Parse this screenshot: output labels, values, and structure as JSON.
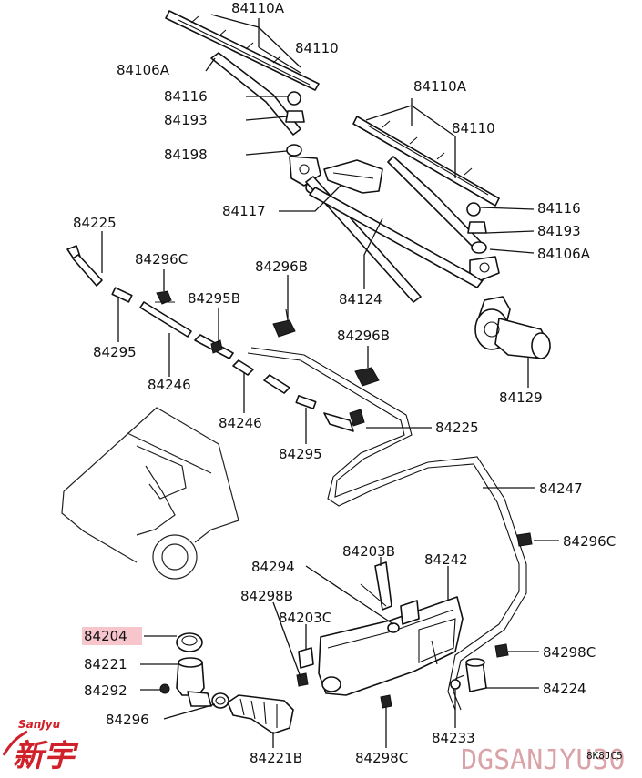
{
  "labels": [
    "84110A",
    "84110",
    "84106A",
    "84116",
    "84193",
    "84198",
    "84117",
    "84110A",
    "84110",
    "84116",
    "84193",
    "84106A",
    "84124",
    "84129",
    "84225",
    "84296C",
    "84296B",
    "84295B",
    "84296B",
    "84295",
    "84246",
    "84246",
    "84295",
    "84225",
    "84247",
    "84296C",
    "84294",
    "84203B",
    "84242",
    "84298B",
    "84203C",
    "84204",
    "84221",
    "84292",
    "84298C",
    "84224",
    "84296",
    "84233",
    "84221B",
    "84298C"
  ],
  "highlight_color": "#f7c6cc",
  "brand": {
    "latin": "SanJyu",
    "chinese": "新宇",
    "color": "#d0202a"
  },
  "watermark": "DGSANJYU30",
  "drawing_code": "8K8JC5"
}
